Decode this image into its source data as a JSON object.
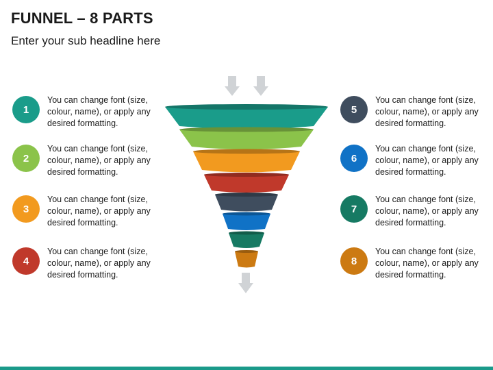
{
  "title": "FUNNEL – 8 PARTS",
  "subtitle": "Enter your sub headline here",
  "items": [
    {
      "number": "1",
      "text": "You can change font (size, colour, name), or apply any desired formatting.",
      "color": "#1a9c8a"
    },
    {
      "number": "2",
      "text": "You can change font (size, colour, name), or apply any desired formatting.",
      "color": "#8bc34a"
    },
    {
      "number": "3",
      "text": "You can change font (size, colour, name), or apply any desired formatting.",
      "color": "#f29a1f"
    },
    {
      "number": "4",
      "text": "You can change font (size, colour, name), or apply any desired formatting.",
      "color": "#c0392b"
    },
    {
      "number": "5",
      "text": "You can change font (size, colour, name), or apply any desired formatting.",
      "color": "#3f4d5e"
    },
    {
      "number": "6",
      "text": "You can change font (size, colour, name), or apply any desired formatting.",
      "color": "#1072c6"
    },
    {
      "number": "7",
      "text": "You can change font (size, colour, name), or apply any desired formatting.",
      "color": "#167a63"
    },
    {
      "number": "8",
      "text": "You can change font (size, colour, name), or apply any desired formatting.",
      "color": "#cc7a12"
    }
  ],
  "arrow_color": "#d0d3d6",
  "accent_bar_color": "#1a9a8a"
}
